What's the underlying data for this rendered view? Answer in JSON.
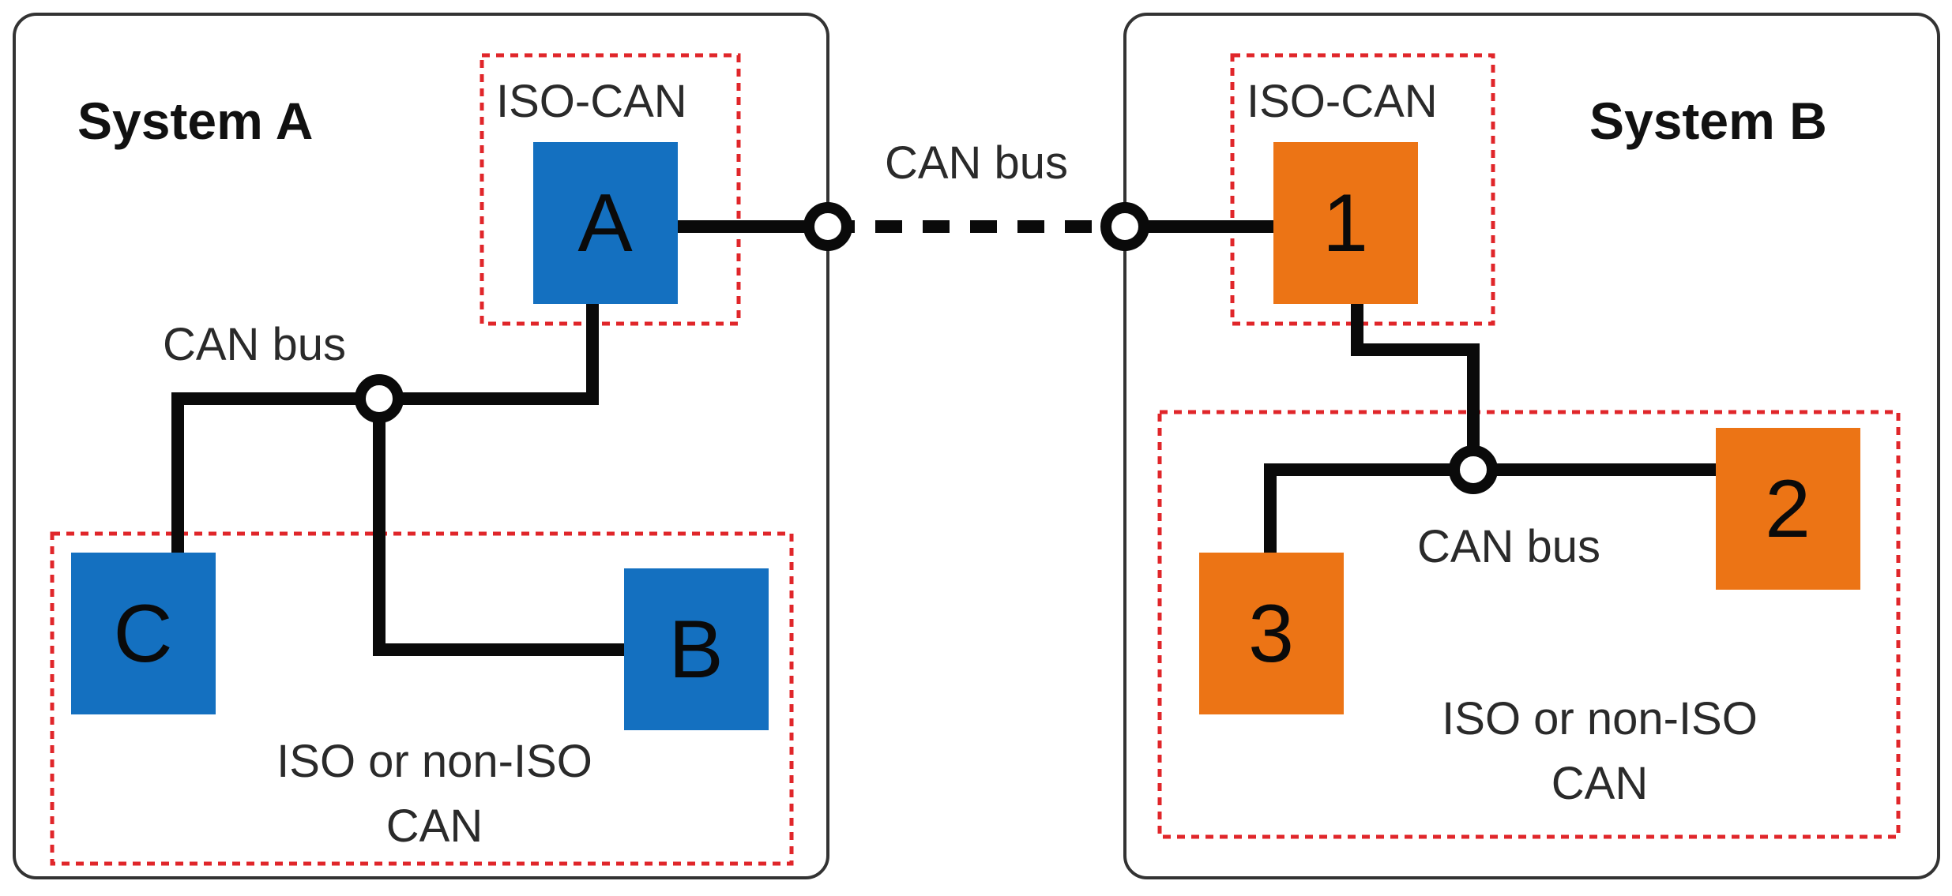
{
  "colors": {
    "system_a_node": "#1470c0",
    "system_b_node": "#ec7415",
    "zone_border": "#e0262a",
    "bus": "#0a0a0a"
  },
  "system_a": {
    "title": "System A",
    "iso_zone_label": "ISO-CAN",
    "mixed_zone_label_line1": "ISO or non-ISO",
    "mixed_zone_label_line2": "CAN",
    "bus_label": "CAN bus",
    "nodes": {
      "a": "A",
      "b": "B",
      "c": "C"
    }
  },
  "system_b": {
    "title": "System B",
    "iso_zone_label": "ISO-CAN",
    "mixed_zone_label_line1": "ISO or non-ISO",
    "mixed_zone_label_line2": "CAN",
    "bus_label": "CAN bus",
    "nodes": {
      "n1": "1",
      "n2": "2",
      "n3": "3"
    }
  },
  "link": {
    "bus_label": "CAN bus"
  }
}
